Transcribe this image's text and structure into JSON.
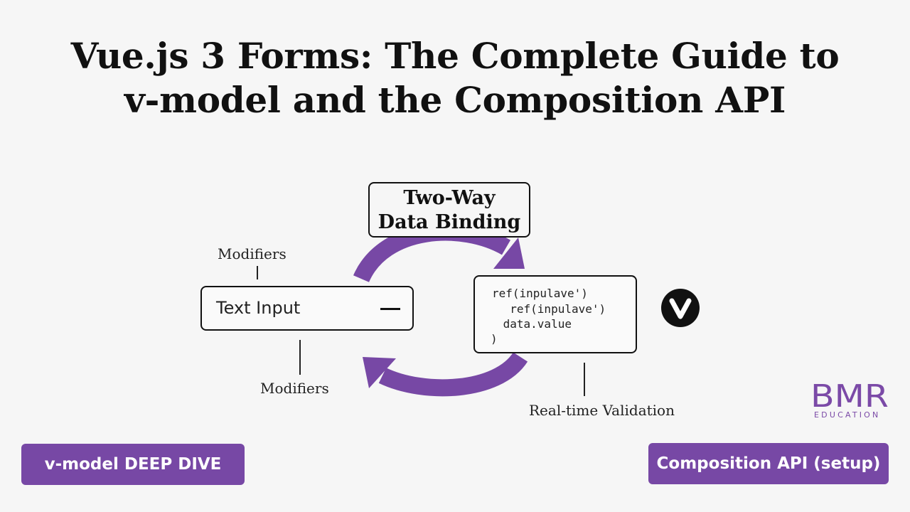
{
  "title": {
    "line1": "Vue.js 3 Forms: The Complete Guide to",
    "line2": "v-model and the Composition API"
  },
  "diagram": {
    "binding_label": {
      "line1": "Two-Way",
      "line2": "Data Binding"
    },
    "text_input": {
      "label": "Text Input",
      "icon": "minus-icon"
    },
    "code_block": {
      "lines": [
        "ref(inpulave')",
        "  ref(inpulave')",
        " data.value",
        ")"
      ]
    },
    "labels": {
      "modifiers_top": "Modifiers",
      "modifiers_bottom": "Modifiers",
      "realtime_validation": "Real-time Validation"
    },
    "vue_badge_icon": "vue-v-icon",
    "accent_color": "#7748a5"
  },
  "logo": {
    "text": "BMR",
    "subtext": "EDUCATION"
  },
  "buttons": {
    "left": "v-model DEEP DIVE",
    "right": "Composition API (setup)"
  }
}
